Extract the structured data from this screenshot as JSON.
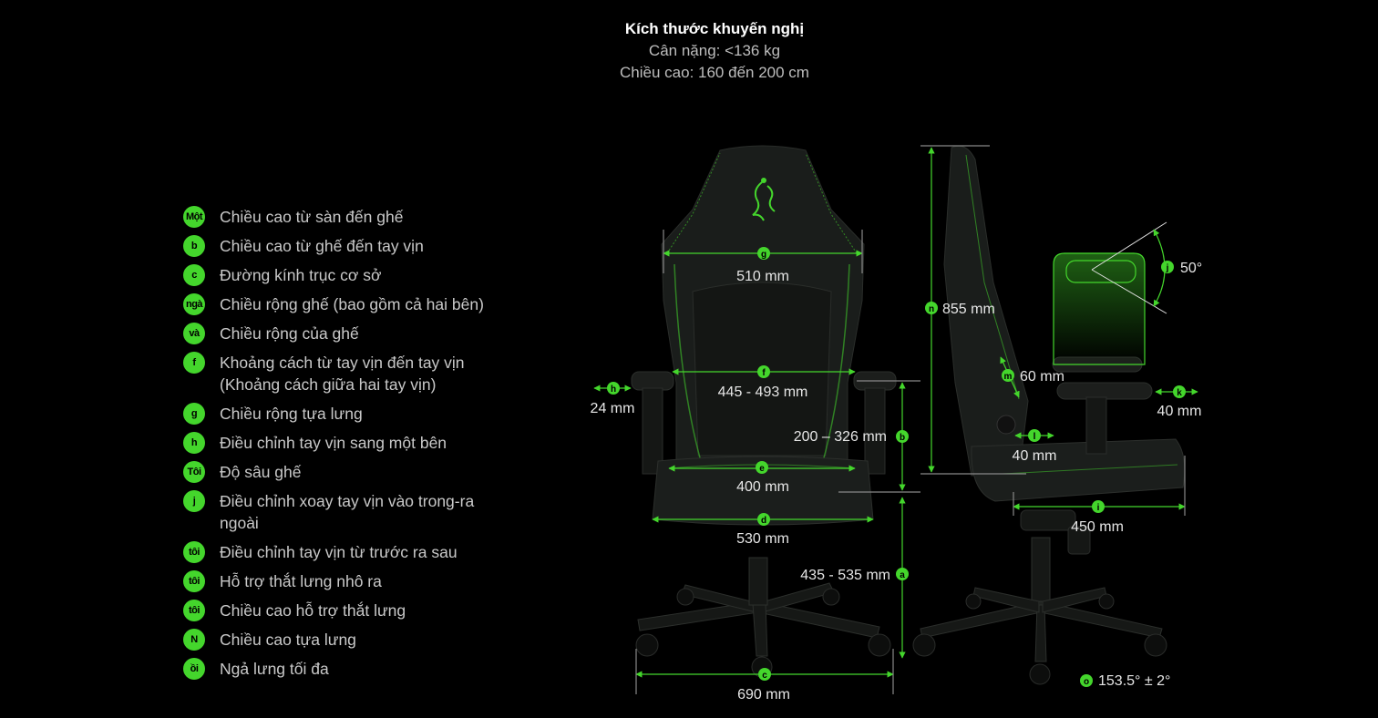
{
  "header": {
    "title": "Kích thước khuyến nghị",
    "weight": "Cân nặng: <136 kg",
    "height": "Chiều cao: 160 đến 200 cm"
  },
  "legend": [
    {
      "badge": "Một",
      "text": "Chiều cao từ sàn đến ghế"
    },
    {
      "badge": "b",
      "text": "Chiều cao từ ghế đến tay vịn"
    },
    {
      "badge": "c",
      "text": "Đường kính trục cơ sở"
    },
    {
      "badge": "ngà",
      "text": "Chiều rộng ghế (bao gồm cả hai bên)"
    },
    {
      "badge": "và",
      "text": "Chiều rộng của ghế"
    },
    {
      "badge": "f",
      "text": "Khoảng cách từ tay vịn đến tay vịn (Khoảng cách giữa hai tay vịn)"
    },
    {
      "badge": "g",
      "text": "Chiều rộng tựa lưng"
    },
    {
      "badge": "h",
      "text": "Điều chỉnh tay vịn sang một bên"
    },
    {
      "badge": "Tôi",
      "text": "Độ sâu ghế"
    },
    {
      "badge": "j",
      "text": "Điều chỉnh xoay tay vịn vào trong-ra ngoài"
    },
    {
      "badge": "tôi",
      "text": "Điều chỉnh tay vịn từ trước ra sau"
    },
    {
      "badge": "tôi",
      "text": "Hỗ trợ thắt lưng nhô ra"
    },
    {
      "badge": "tôi",
      "text": "Chiều cao hỗ trợ thắt lưng"
    },
    {
      "badge": "N",
      "text": "Chiều cao tựa lưng"
    },
    {
      "badge": "ồi",
      "text": "Ngả lưng tối đa"
    }
  ],
  "dimensions": {
    "g": {
      "marker": "g",
      "value": "510 mm"
    },
    "f": {
      "marker": "f",
      "value": "445 - 493 mm"
    },
    "h": {
      "marker": "h",
      "value": "24 mm"
    },
    "b": {
      "marker": "b",
      "value": "200 – 326 mm"
    },
    "e": {
      "marker": "e",
      "value": "400 mm"
    },
    "d": {
      "marker": "d",
      "value": "530 mm"
    },
    "a": {
      "marker": "a",
      "value": "435 - 535 mm"
    },
    "c": {
      "marker": "c",
      "value": "690 mm"
    },
    "n": {
      "marker": "n",
      "value": "855 mm"
    },
    "m": {
      "marker": "m",
      "value": "60 mm"
    },
    "l": {
      "marker": "l",
      "value": "40 mm"
    },
    "i": {
      "marker": "i",
      "value": "450 mm"
    },
    "k": {
      "marker": "k",
      "value": "40 mm"
    },
    "j": {
      "marker": "j",
      "value": "50°"
    },
    "o": {
      "marker": "o",
      "value": "153.5° ± 2°"
    }
  },
  "colors": {
    "accent": "#44d62c",
    "background": "#000000",
    "chair": "#1a1d1b"
  }
}
